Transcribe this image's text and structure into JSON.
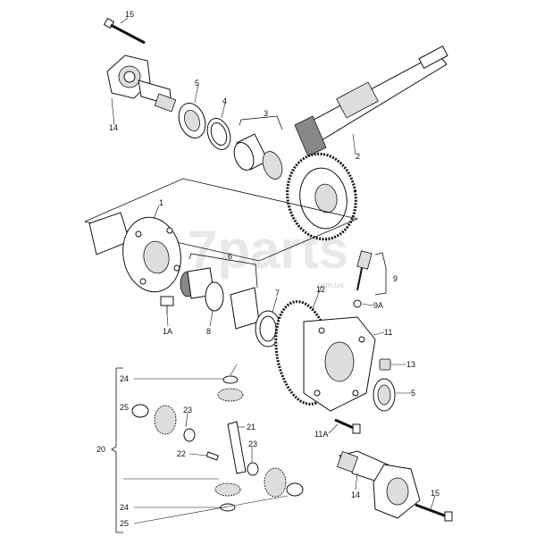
{
  "watermark": "7parts",
  "watermark_sub": "com.ua",
  "labels": {
    "l15a": "15",
    "l14a": "14",
    "l5a": "5",
    "l4": "4",
    "l3": "3",
    "l2": "2",
    "l1": "1",
    "l6": "6",
    "l7": "7",
    "l8": "8",
    "l1A": "1A",
    "l12": "12",
    "l9": "9",
    "l9A": "9A",
    "l11": "11",
    "l13": "13",
    "l5b": "5",
    "l11A": "11A",
    "l24a": "24",
    "l25a": "25",
    "l23a": "23",
    "l21": "21",
    "l20": "20",
    "l23b": "23",
    "l22": "22",
    "l14b": "14",
    "l15b": "15",
    "l24b": "24",
    "l25b": "25"
  }
}
